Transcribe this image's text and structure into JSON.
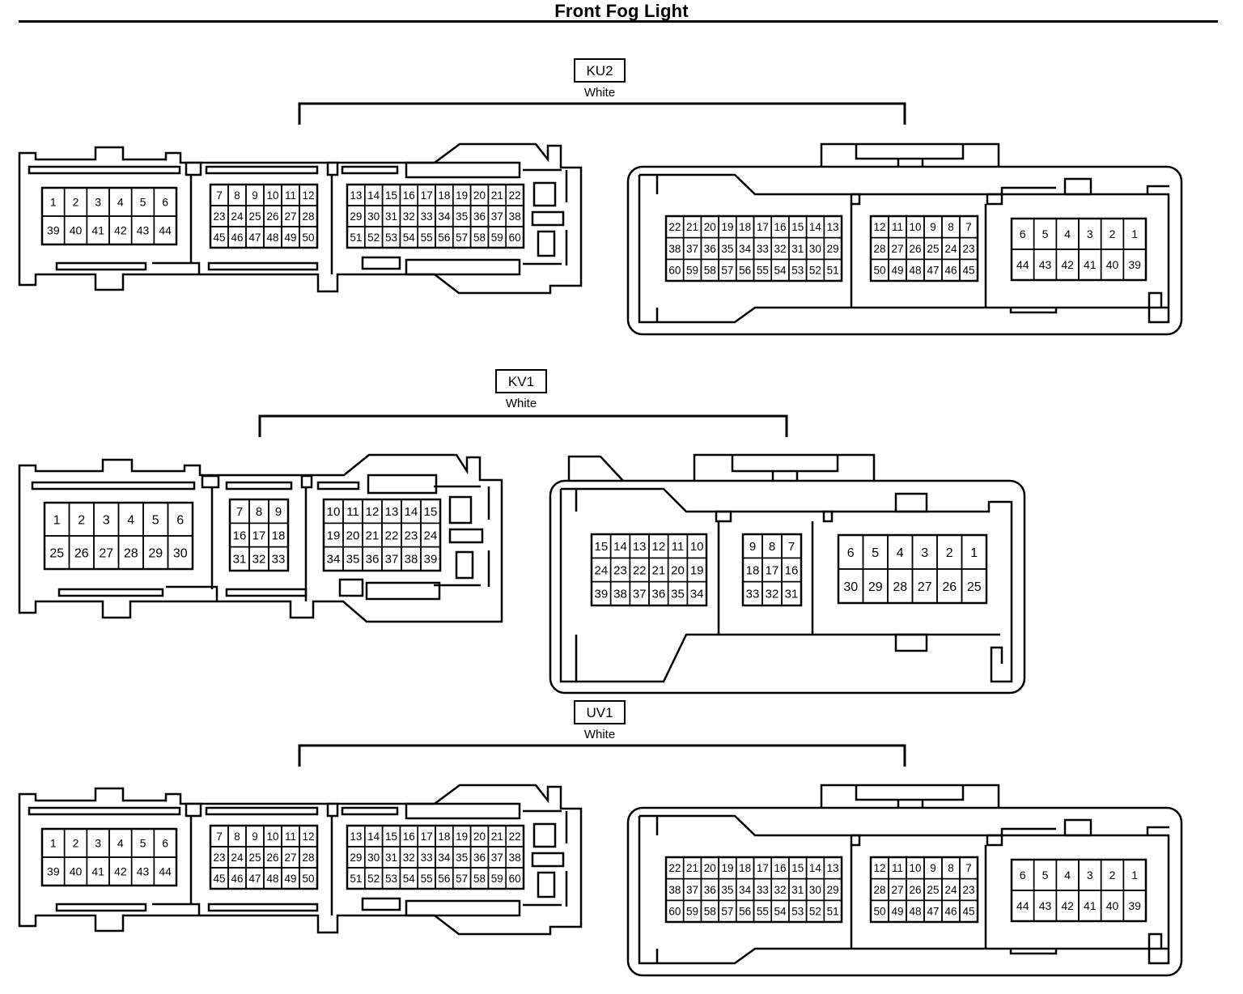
{
  "title": "Front Fog Light",
  "connectors": [
    {
      "code": "KU2",
      "color": "White",
      "male_groups": [
        [
          [
            "1",
            "2",
            "3",
            "4",
            "5",
            "6"
          ],
          [
            "39",
            "40",
            "41",
            "42",
            "43",
            "44"
          ]
        ],
        [
          [
            "7",
            "8",
            "9",
            "10",
            "11",
            "12"
          ],
          [
            "23",
            "24",
            "25",
            "26",
            "27",
            "28"
          ],
          [
            "45",
            "46",
            "47",
            "48",
            "49",
            "50"
          ]
        ],
        [
          [
            "13",
            "14",
            "15",
            "16",
            "17",
            "18",
            "19",
            "20",
            "21",
            "22"
          ],
          [
            "29",
            "30",
            "31",
            "32",
            "33",
            "34",
            "35",
            "36",
            "37",
            "38"
          ],
          [
            "51",
            "52",
            "53",
            "54",
            "55",
            "56",
            "57",
            "58",
            "59",
            "60"
          ]
        ]
      ],
      "female_groups": [
        [
          [
            "22",
            "21",
            "20",
            "19",
            "18",
            "17",
            "16",
            "15",
            "14",
            "13"
          ],
          [
            "38",
            "37",
            "36",
            "35",
            "34",
            "33",
            "32",
            "31",
            "30",
            "29"
          ],
          [
            "60",
            "59",
            "58",
            "57",
            "56",
            "55",
            "54",
            "53",
            "52",
            "51"
          ]
        ],
        [
          [
            "12",
            "11",
            "10",
            "9",
            "8",
            "7"
          ],
          [
            "28",
            "27",
            "26",
            "25",
            "24",
            "23"
          ],
          [
            "50",
            "49",
            "48",
            "47",
            "46",
            "45"
          ]
        ],
        [
          [
            "6",
            "5",
            "4",
            "3",
            "2",
            "1"
          ],
          [
            "44",
            "43",
            "42",
            "41",
            "40",
            "39"
          ]
        ]
      ]
    },
    {
      "code": "KV1",
      "color": "White",
      "male_groups": [
        [
          [
            "1",
            "2",
            "3",
            "4",
            "5",
            "6"
          ],
          [
            "25",
            "26",
            "27",
            "28",
            "29",
            "30"
          ]
        ],
        [
          [
            "7",
            "8",
            "9"
          ],
          [
            "16",
            "17",
            "18"
          ],
          [
            "31",
            "32",
            "33"
          ]
        ],
        [
          [
            "10",
            "11",
            "12",
            "13",
            "14",
            "15"
          ],
          [
            "19",
            "20",
            "21",
            "22",
            "23",
            "24"
          ],
          [
            "34",
            "35",
            "36",
            "37",
            "38",
            "39"
          ]
        ]
      ],
      "female_groups": [
        [
          [
            "15",
            "14",
            "13",
            "12",
            "11",
            "10"
          ],
          [
            "24",
            "23",
            "22",
            "21",
            "20",
            "19"
          ],
          [
            "39",
            "38",
            "37",
            "36",
            "35",
            "34"
          ]
        ],
        [
          [
            "9",
            "8",
            "7"
          ],
          [
            "18",
            "17",
            "16"
          ],
          [
            "33",
            "32",
            "31"
          ]
        ],
        [
          [
            "6",
            "5",
            "4",
            "3",
            "2",
            "1"
          ],
          [
            "30",
            "29",
            "28",
            "27",
            "26",
            "25"
          ]
        ]
      ]
    },
    {
      "code": "UV1",
      "color": "White",
      "male_groups": [
        [
          [
            "1",
            "2",
            "3",
            "4",
            "5",
            "6"
          ],
          [
            "39",
            "40",
            "41",
            "42",
            "43",
            "44"
          ]
        ],
        [
          [
            "7",
            "8",
            "9",
            "10",
            "11",
            "12"
          ],
          [
            "23",
            "24",
            "25",
            "26",
            "27",
            "28"
          ],
          [
            "45",
            "46",
            "47",
            "48",
            "49",
            "50"
          ]
        ],
        [
          [
            "13",
            "14",
            "15",
            "16",
            "17",
            "18",
            "19",
            "20",
            "21",
            "22"
          ],
          [
            "29",
            "30",
            "31",
            "32",
            "33",
            "34",
            "35",
            "36",
            "37",
            "38"
          ],
          [
            "51",
            "52",
            "53",
            "54",
            "55",
            "56",
            "57",
            "58",
            "59",
            "60"
          ]
        ]
      ],
      "female_groups": [
        [
          [
            "22",
            "21",
            "20",
            "19",
            "18",
            "17",
            "16",
            "15",
            "14",
            "13"
          ],
          [
            "38",
            "37",
            "36",
            "35",
            "34",
            "33",
            "32",
            "31",
            "30",
            "29"
          ],
          [
            "60",
            "59",
            "58",
            "57",
            "56",
            "55",
            "54",
            "53",
            "52",
            "51"
          ]
        ],
        [
          [
            "12",
            "11",
            "10",
            "9",
            "8",
            "7"
          ],
          [
            "28",
            "27",
            "26",
            "25",
            "24",
            "23"
          ],
          [
            "50",
            "49",
            "48",
            "47",
            "46",
            "45"
          ]
        ],
        [
          [
            "6",
            "5",
            "4",
            "3",
            "2",
            "1"
          ],
          [
            "44",
            "43",
            "42",
            "41",
            "40",
            "39"
          ]
        ]
      ]
    }
  ]
}
